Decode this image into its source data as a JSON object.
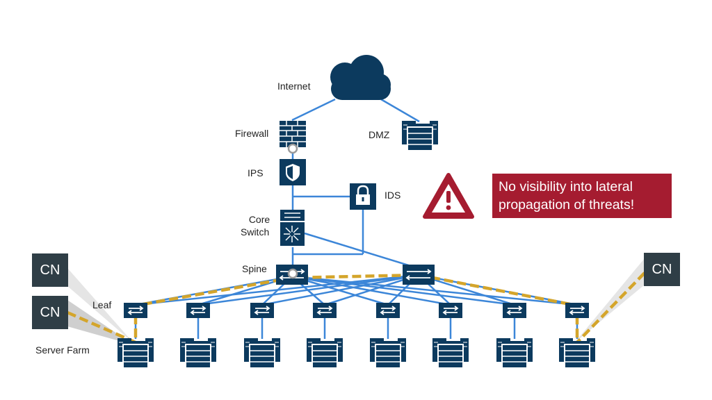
{
  "labels": {
    "internet": "Internet",
    "firewall": "Firewall",
    "dmz": "DMZ",
    "ips": "IPS",
    "ids": "IDS",
    "core_switch_line1": "Core",
    "core_switch_line2": "Switch",
    "spine": "Spine",
    "leaf": "Leaf",
    "server_farm": "Server Farm"
  },
  "alert": {
    "line1": "No visibility into lateral",
    "line2": "propagation of threats!"
  },
  "cn_badge_label": "CN",
  "colors": {
    "icon": "#0c3a5e",
    "link": "#3c86d8",
    "threat_path": "#d4a52b",
    "alert_bg": "#a51c30",
    "cn_bg": "#2f3e46"
  },
  "icons": {
    "internet": "cloud-icon",
    "firewall": "brick-wall-icon",
    "dmz": "server-stack-icon",
    "ips": "shield-icon",
    "ids": "padlock-icon",
    "core_switch": "switch-icon",
    "spine": "switch-icon",
    "leaf": "switch-icon",
    "server": "server-stack-icon",
    "warning": "warning-triangle-icon"
  }
}
